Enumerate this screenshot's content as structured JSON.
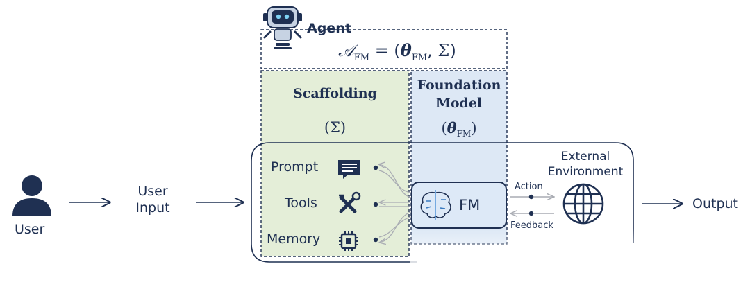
{
  "user": {
    "label": "User"
  },
  "user_input": {
    "label": "User\nInput"
  },
  "agent": {
    "label": "Agent",
    "formula": {
      "script_a": "𝒜",
      "sub": "FM",
      "equals": " = (",
      "theta": "θ",
      "theta_sub": "FM",
      "rest": ", Σ)"
    }
  },
  "scaffolding": {
    "title": "Scaffolding",
    "symbol": "(Σ)"
  },
  "foundation_model": {
    "title_line1": "Foundation",
    "title_line2": "Model",
    "symbol_open": "(",
    "symbol_theta": "θ",
    "symbol_sub": "FM",
    "symbol_close": ")"
  },
  "components": [
    {
      "label": "Prompt",
      "icon": "chat-icon"
    },
    {
      "label": "Tools",
      "icon": "tools-icon"
    },
    {
      "label": "Memory",
      "icon": "chip-icon"
    }
  ],
  "fm_block": {
    "label": "FM",
    "icon": "brain-icon"
  },
  "environment": {
    "label_line1": "External",
    "label_line2": "Environment",
    "icon": "globe-icon"
  },
  "arrows": {
    "action": "Action",
    "feedback": "Feedback"
  },
  "output": {
    "label": "Output"
  },
  "colors": {
    "navy": "#1f3052",
    "scaffold_fill": "#e4eed8",
    "fm_fill": "#dde8f5",
    "fm_block_fill": "#dde9f7",
    "gray_arrow": "#a9acb3"
  }
}
